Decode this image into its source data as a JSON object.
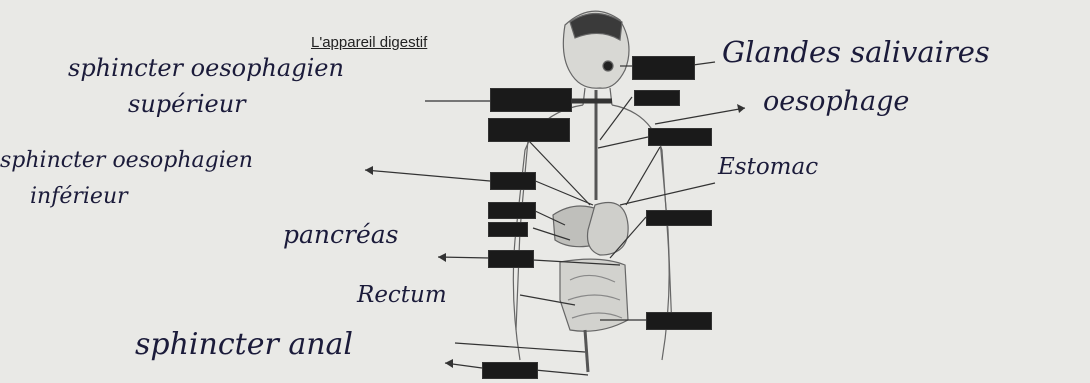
{
  "title": "L'appareil digestif",
  "labels": {
    "glandes": "Glandes salivaires",
    "sph_sup_1": "sphincter oesophagien",
    "sph_sup_2": "supérieur",
    "oesophage": "oesophage",
    "sph_inf_1": "sphincter oesophagien",
    "sph_inf_2": "inférieur",
    "estomac": "Estomac",
    "pancreas": "pancréas",
    "rectum": "Rectum",
    "sph_anal": "sphincter anal"
  }
}
